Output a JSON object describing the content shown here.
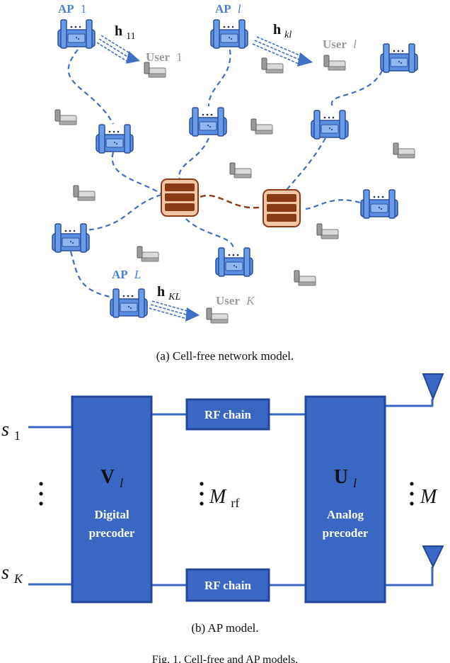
{
  "network": {
    "ap1_label": "AP",
    "ap1_index": "1",
    "apl_label": "AP",
    "apl_index": "l",
    "apL_label": "AP",
    "apL_index": "L",
    "h11_base": "h",
    "h11_sub": "11",
    "hkl_base": "h",
    "hkl_sub": "kl",
    "hKL_base": "h",
    "hKL_sub": "KL",
    "user1_label": "User",
    "user1_index": "1",
    "userl_label": "User",
    "userl_index": "l",
    "userK_label": "User",
    "userK_index": "K",
    "caption": "(a) Cell-free network model."
  },
  "ap_model": {
    "s1_base": "s",
    "s1_sub": "1",
    "sK_base": "s",
    "sK_sub": "K",
    "digital_matrix_base": "V",
    "digital_matrix_sub": "l",
    "digital_label_line1": "Digital",
    "digital_label_line2": "precoder",
    "analog_matrix_base": "U",
    "analog_matrix_sub": "l",
    "analog_label_line1": "Analog",
    "analog_label_line2": "precoder",
    "rf_chain_top": "RF chain",
    "rf_chain_bottom": "RF chain",
    "mrf_base": "M",
    "mrf_sub": "rf",
    "m_label": "M",
    "caption": "(b) AP model."
  },
  "figure_caption": "Fig. 1. Cell-free and AP models.",
  "colors": {
    "ap_blue": "#4a7fd6",
    "ap_dark": "#2b4f9a",
    "link_blue": "#3f6fc4",
    "cpu_brown": "#8b3a16",
    "cpu_fill": "#f0c8a8",
    "user_gray": "#8f8f8f",
    "block_blue": "#3b67c4",
    "block_border": "#23459a"
  }
}
